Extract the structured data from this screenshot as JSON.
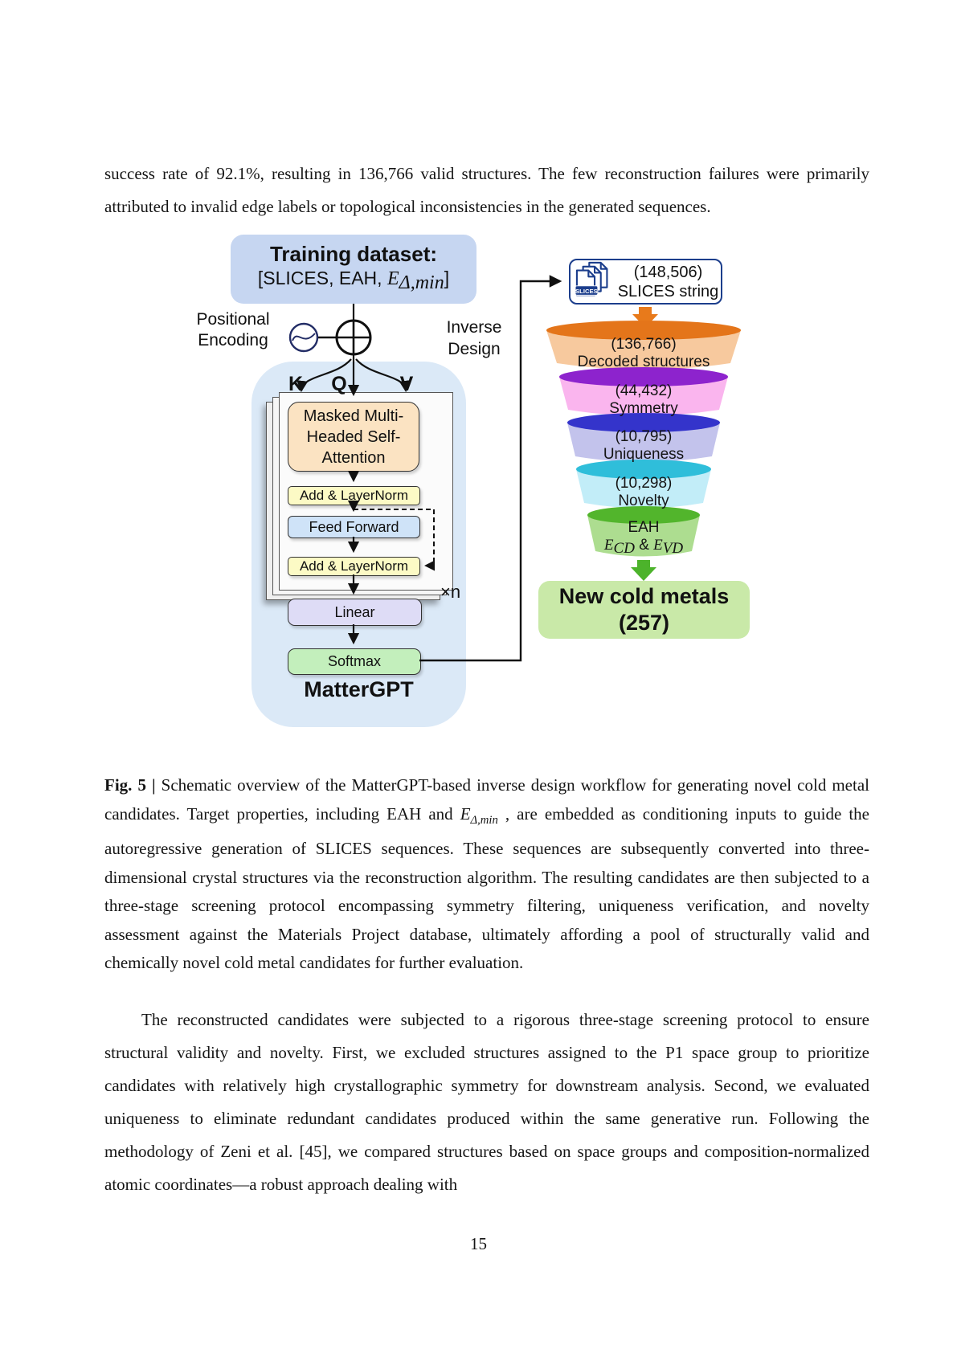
{
  "page": {
    "paragraph_top": "success rate of 92.1%, resulting in 136,766 valid structures. The few reconstruction failures were primarily attributed to invalid edge labels or topological inconsistencies in the generated sequences.",
    "page_number": "15"
  },
  "figure": {
    "training_box": {
      "title": "Training dataset:",
      "subtitle_prefix": "[SLICES, EAH, ",
      "subtitle_e": "E",
      "subtitle_sub": "Δ,min",
      "subtitle_suffix": "]"
    },
    "labels": {
      "positional_encoding_1": "Positional",
      "positional_encoding_2": "Encoding",
      "inverse_design_1": "Inverse",
      "inverse_design_2": "Design",
      "k": "K",
      "q": "Q",
      "v": "V",
      "repeat": "×n",
      "model_name": "MatterGPT"
    },
    "blocks": {
      "attention": "Masked Multi-Headed Self-Attention",
      "add_norm_1": "Add & LayerNorm",
      "feed_forward": "Feed Forward",
      "add_norm_2": "Add & LayerNorm",
      "linear": "Linear",
      "softmax": "Softmax"
    },
    "slices_box": {
      "badge": "SLICES",
      "count": "(148,506)",
      "label": "SLICES string"
    },
    "funnel": [
      {
        "count": "(136,766)",
        "label": "Decoded structures",
        "top_color": "#e4751a",
        "body_color": "#f7c99e"
      },
      {
        "count": "(44,432)",
        "label": "Symmetry",
        "top_color": "#8d23cd",
        "body_color": "#fab5ee"
      },
      {
        "count": "(10,795)",
        "label": "Uniqueness",
        "top_color": "#3434cb",
        "body_color": "#c3c3ec"
      },
      {
        "count": "(10,298)",
        "label": "Novelty",
        "top_color": "#2fbeda",
        "body_color": "#c2edf8"
      },
      {
        "count": "EAH",
        "e1": "E",
        "e1_sub": "CD",
        "amp": " & ",
        "e2": "E",
        "e2_sub": "VD",
        "top_color": "#52b52c",
        "body_color": "#addd90"
      }
    ],
    "arrows": {
      "orange": "#e87a1b",
      "green": "#4cb32b"
    },
    "result_box": {
      "line1": "New cold metals",
      "line2": "(257)"
    }
  },
  "caption": {
    "fig_label": "Fig. 5 |",
    "part1": " Schematic overview of the MatterGPT-based inverse design workflow for generating novel cold metal candidates. Target properties, including EAH and ",
    "math_e": "E",
    "math_sub": "Δ,min",
    "part2": " , are embedded as conditioning inputs to guide the autoregressive generation of SLICES sequences. These sequences are subsequently converted into three-dimensional crystal structures via the reconstruction algorithm. The resulting candidates are then subjected to a three-stage screening protocol encompassing symmetry filtering, uniqueness verification, and novelty assessment against the Materials Project database, ultimately affording a pool of structurally valid and chemically novel cold metal candidates for further evaluation."
  },
  "body": {
    "paragraph": "The reconstructed candidates were subjected to a rigorous three-stage screening protocol to ensure structural validity and novelty.  First, we excluded structures assigned to the P1 space group to prioritize candidates with relatively high crystallographic symmetry for downstream analysis. Second, we evaluated uniqueness to eliminate redundant candidates produced within the same generative run. Following the methodology of Zeni et al. [45], we compared structures based on space groups and composition-normalized atomic coordinates—a robust approach dealing with"
  }
}
